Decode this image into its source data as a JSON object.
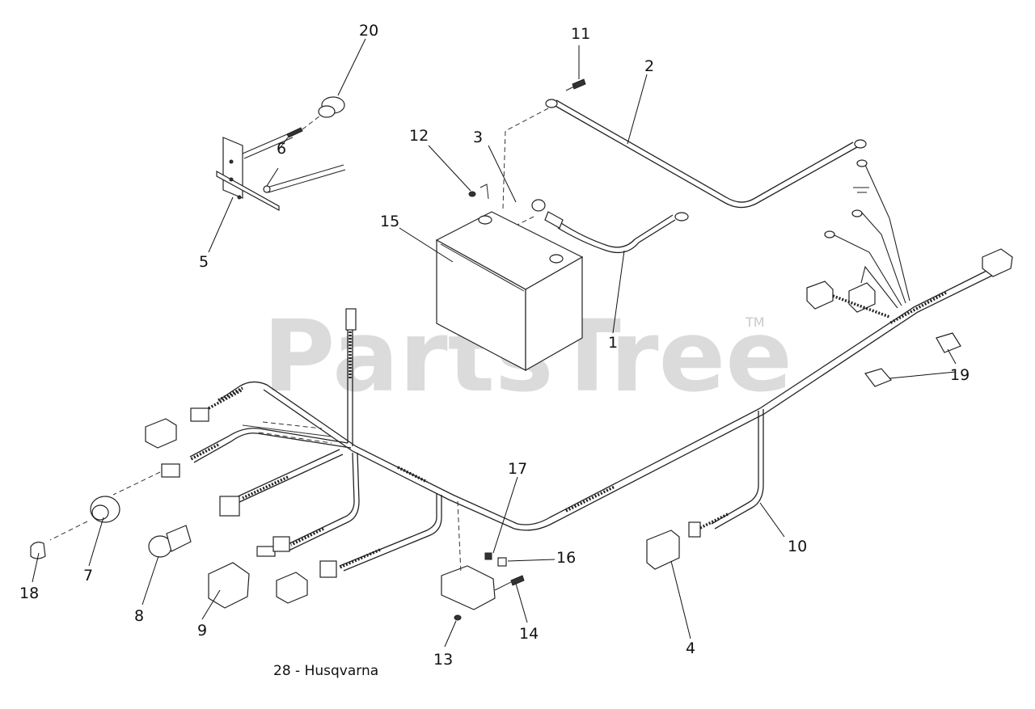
{
  "diagram": {
    "caption": "28 - Husqvarna",
    "watermark": "PartsTree",
    "watermark_tm": "TM",
    "callouts": {
      "c1": "1",
      "c2": "2",
      "c3": "3",
      "c4": "4",
      "c5": "5",
      "c6": "6",
      "c7": "7",
      "c8": "8",
      "c9": "9",
      "c10": "10",
      "c11": "11",
      "c12": "12",
      "c13": "13",
      "c14": "14",
      "c15": "15",
      "c16": "16",
      "c17": "17",
      "c18": "18",
      "c19": "19",
      "c20": "20"
    }
  }
}
